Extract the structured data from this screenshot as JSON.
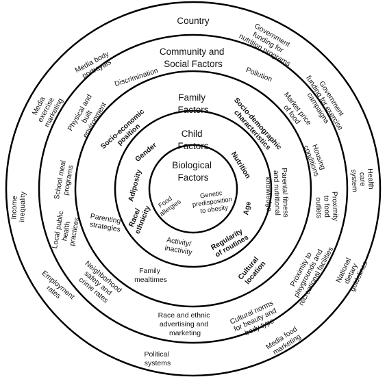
{
  "colors": {
    "stroke": "#000000",
    "text": "#111111",
    "background": "#ffffff"
  },
  "rings": {
    "country": {
      "title": "Country",
      "items": [
        [
          "Government",
          "funding for",
          "nutrition programs"
        ],
        [
          "Government",
          "funding for exercise",
          "campaigns"
        ],
        [
          "Health",
          "care",
          "system"
        ],
        [
          "National",
          "dietary",
          "guidelines"
        ],
        [
          "Media food",
          "marketing"
        ],
        [
          "Political",
          "systems"
        ],
        [
          "Employment",
          "rates"
        ],
        [
          "Income",
          "inequality"
        ],
        [
          "Media",
          "exercise",
          "marketing"
        ]
      ]
    },
    "community": {
      "title": [
        "Community and",
        "Social Factors"
      ],
      "items": [
        [
          "Media body",
          "portrayals"
        ],
        [
          "Discrimination"
        ],
        [
          "Pollution"
        ],
        [
          "Market price",
          "of food"
        ],
        [
          "Housing",
          "conditions"
        ],
        [
          "Proximity",
          "to food",
          "outlets"
        ],
        [
          "Proximity to",
          "playgrounds and",
          "recreational facilities"
        ],
        [
          "Cultural norms",
          "for beauty and",
          "body type"
        ],
        [
          "Race and ethnic",
          "advertising and",
          "marketing"
        ],
        [
          "Neighborhood",
          "safety and",
          "crime rates"
        ],
        [
          "Local public",
          "health",
          "practices"
        ],
        [
          "School meal",
          "programs"
        ],
        [
          "Physical and",
          "built",
          "environment"
        ]
      ]
    },
    "family": {
      "title": [
        "Family",
        "Factors"
      ],
      "items": [
        [
          "Socio-economic",
          "position"
        ],
        [
          "Socio-demographic",
          "characteristics"
        ],
        [
          "Parental fitness",
          "and nutritional",
          "knowledge"
        ],
        [
          "Cultural",
          "location"
        ],
        [
          "Family",
          "mealtimes"
        ],
        [
          "Parenting",
          "strategies"
        ]
      ]
    },
    "child": {
      "title": [
        "Child",
        "Factors"
      ],
      "items": [
        [
          "Gender"
        ],
        [
          "Nutrition"
        ],
        [
          "Age"
        ],
        [
          "Regularity",
          "of routines"
        ],
        [
          "Activity/",
          "inactivity"
        ],
        [
          "Race/",
          "ethnicity"
        ],
        [
          "Adiposity"
        ]
      ]
    },
    "biological": {
      "title": [
        "Biological",
        "Factors"
      ],
      "items": [
        [
          "Food",
          "allergies"
        ],
        [
          "Genetic",
          "predisposition",
          "to obesity"
        ]
      ]
    }
  }
}
